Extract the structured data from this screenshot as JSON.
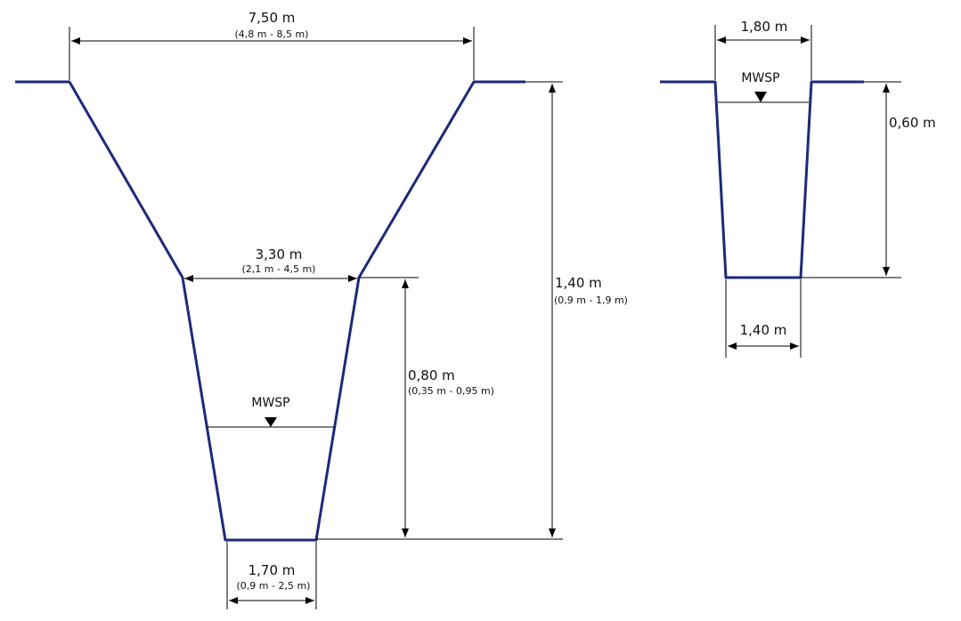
{
  "left_section": {
    "top_width": {
      "value": "7,50 m",
      "range": "(4,8 m - 8,5 m)"
    },
    "middle_width": {
      "value": "3,30 m",
      "range": "(2,1 m - 4,5 m)"
    },
    "bottom_width": {
      "value": "1,70 m",
      "range": "(0,9 m - 2,5 m)"
    },
    "lower_depth": {
      "value": "0,80 m",
      "range": "(0,35 m - 0,95 m)"
    },
    "total_depth": {
      "value": "1,40 m",
      "range": "(0,9 m - 1,9 m)"
    },
    "water_level_label": "MWSP"
  },
  "right_section": {
    "top_width": "1,80 m",
    "bottom_width": "1,40 m",
    "depth": "0,60 m",
    "water_level_label": "MWSP"
  },
  "colors": {
    "profile": "#1c2a7a",
    "dimension": "#000000"
  }
}
